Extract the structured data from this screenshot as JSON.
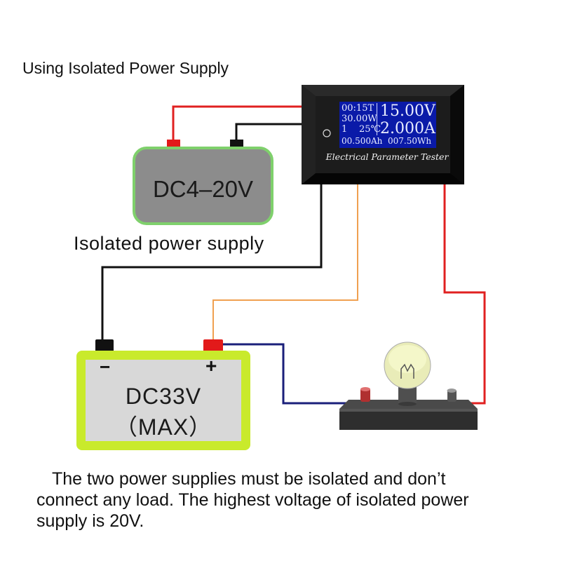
{
  "heading": "Using Isolated Power Supply",
  "isolated_supply": {
    "label": "DC4–20V",
    "caption": "Isolated  power supply"
  },
  "battery": {
    "line1": "DC33V",
    "line2": "（MAX）",
    "minus": "−",
    "plus": "+"
  },
  "meter": {
    "name": "Electrical Parameter Tester",
    "time": "00:15T",
    "power": "30.00W",
    "group": "1",
    "temperature": "25℃",
    "voltage": "15.00V",
    "current": "2.000A",
    "capacity": "00.500Ah",
    "energy": "007.50Wh"
  },
  "note": {
    "line1": "The two power supplies must be isolated and don’t",
    "line2": "connect any load. The highest voltage of isolated power",
    "line3": "supply is 20V."
  },
  "colors": {
    "wire_red": "#e02020",
    "wire_black": "#111111",
    "wire_orange": "#f0a050",
    "wire_navy": "#1a1f7a",
    "supply_fill": "#8c8c8c",
    "supply_border": "#7fd06c",
    "battery_fill": "#d8d8d8",
    "battery_border": "#c9ea2c",
    "meter_screen": "#0a1aa8",
    "meter_body": "#1a1a1a"
  },
  "icons": [
    "light-bulb-icon",
    "terminal-block-icon"
  ]
}
